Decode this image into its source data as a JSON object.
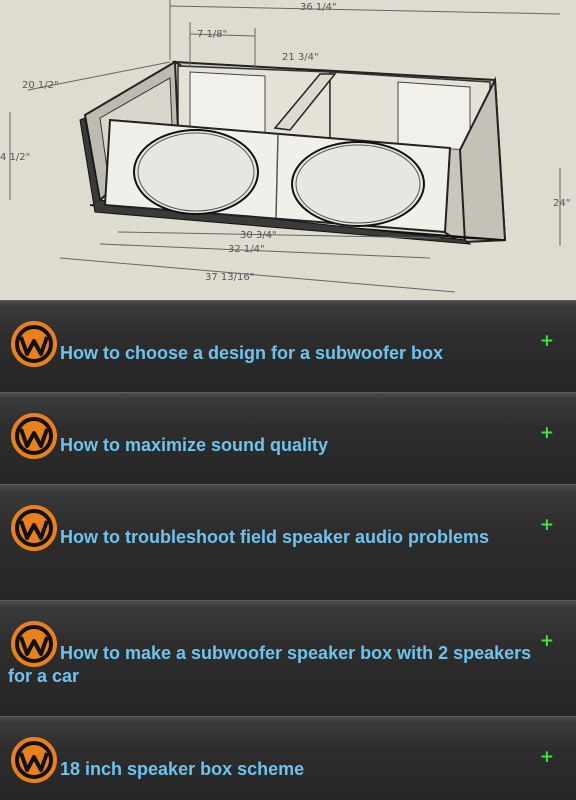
{
  "hero": {
    "dimensions": {
      "top_width": "36 1/4\"",
      "top_offset": "7 1/8\"",
      "divider_depth": "21 3/4\"",
      "depth": "20 1/2\"",
      "front_height": "4 1/2\"",
      "right_height": "24\"",
      "inner_width": "30 3/4\"",
      "mid_width": "32 1/4\"",
      "outer_width": "37 13/16\""
    }
  },
  "list": {
    "items": [
      {
        "label": "How to choose a design for a subwoofer box",
        "icon": "w-logo-icon",
        "action": "+"
      },
      {
        "label": "How to maximize sound quality",
        "icon": "w-logo-icon",
        "action": "+"
      },
      {
        "label": "How to troubleshoot field speaker audio problems",
        "icon": "w-logo-icon",
        "action": "+"
      },
      {
        "label": "How to make a subwoofer speaker box with 2 speakers for a car",
        "icon": "w-logo-icon",
        "action": "+"
      },
      {
        "label": "18 inch speaker box scheme",
        "icon": "w-logo-icon",
        "action": "+"
      }
    ]
  },
  "colors": {
    "label": "#6ec3ee",
    "plus": "#39e639",
    "logo_orange": "#e8801e"
  }
}
